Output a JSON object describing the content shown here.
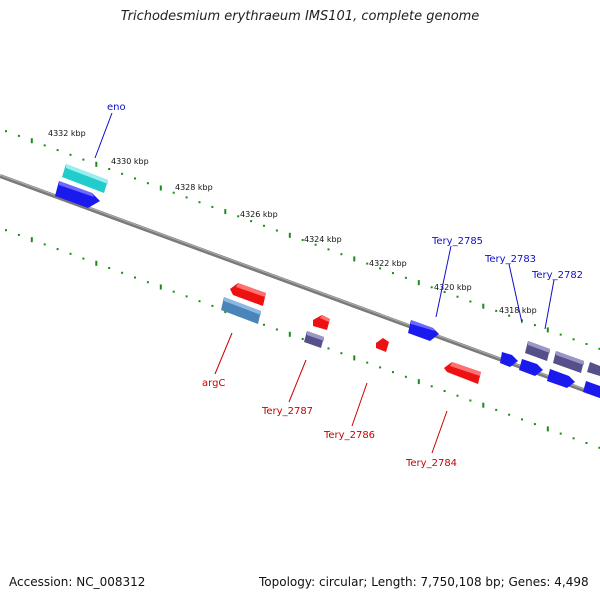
{
  "title": "Trichodesmium erythraeum IMS101, complete genome",
  "footer": {
    "accession": "Accession: NC_008312",
    "topology": "Topology: circular; Length: 7,750,108 bp; Genes: 4,498"
  },
  "colors": {
    "backbone": "#7a7a7a",
    "tick": "#1a8a1a",
    "forward_label": "#1010cc",
    "reverse_label": "#cc0000",
    "forward_gene": "#1a1aee",
    "reverse_gene": "#ee1111",
    "rna_gene": "#22cccc",
    "other_gene": "#55508a",
    "steel_gene": "#4a84b8"
  },
  "kbp_labels": [
    "4332 kbp",
    "4330 kbp",
    "4328 kbp",
    "4326 kbp",
    "4324 kbp",
    "4322 kbp",
    "4320 kbp",
    "4318 kbp"
  ],
  "gene_labels": {
    "eno": "eno",
    "tery_2785": "Tery_2785",
    "tery_2783": "Tery_2783",
    "tery_2782": "Tery_2782",
    "argc": "argC",
    "tery_2787": "Tery_2787",
    "tery_2786": "Tery_2786",
    "tery_2784": "Tery_2784"
  }
}
